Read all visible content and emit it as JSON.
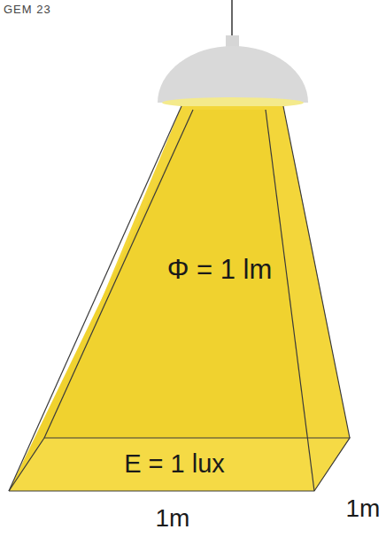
{
  "diagram": {
    "labels": [
      "GEM 23",
      "Φ = 1 lm",
      "E = 1 lux",
      "1m",
      "1m"
    ]
  }
}
